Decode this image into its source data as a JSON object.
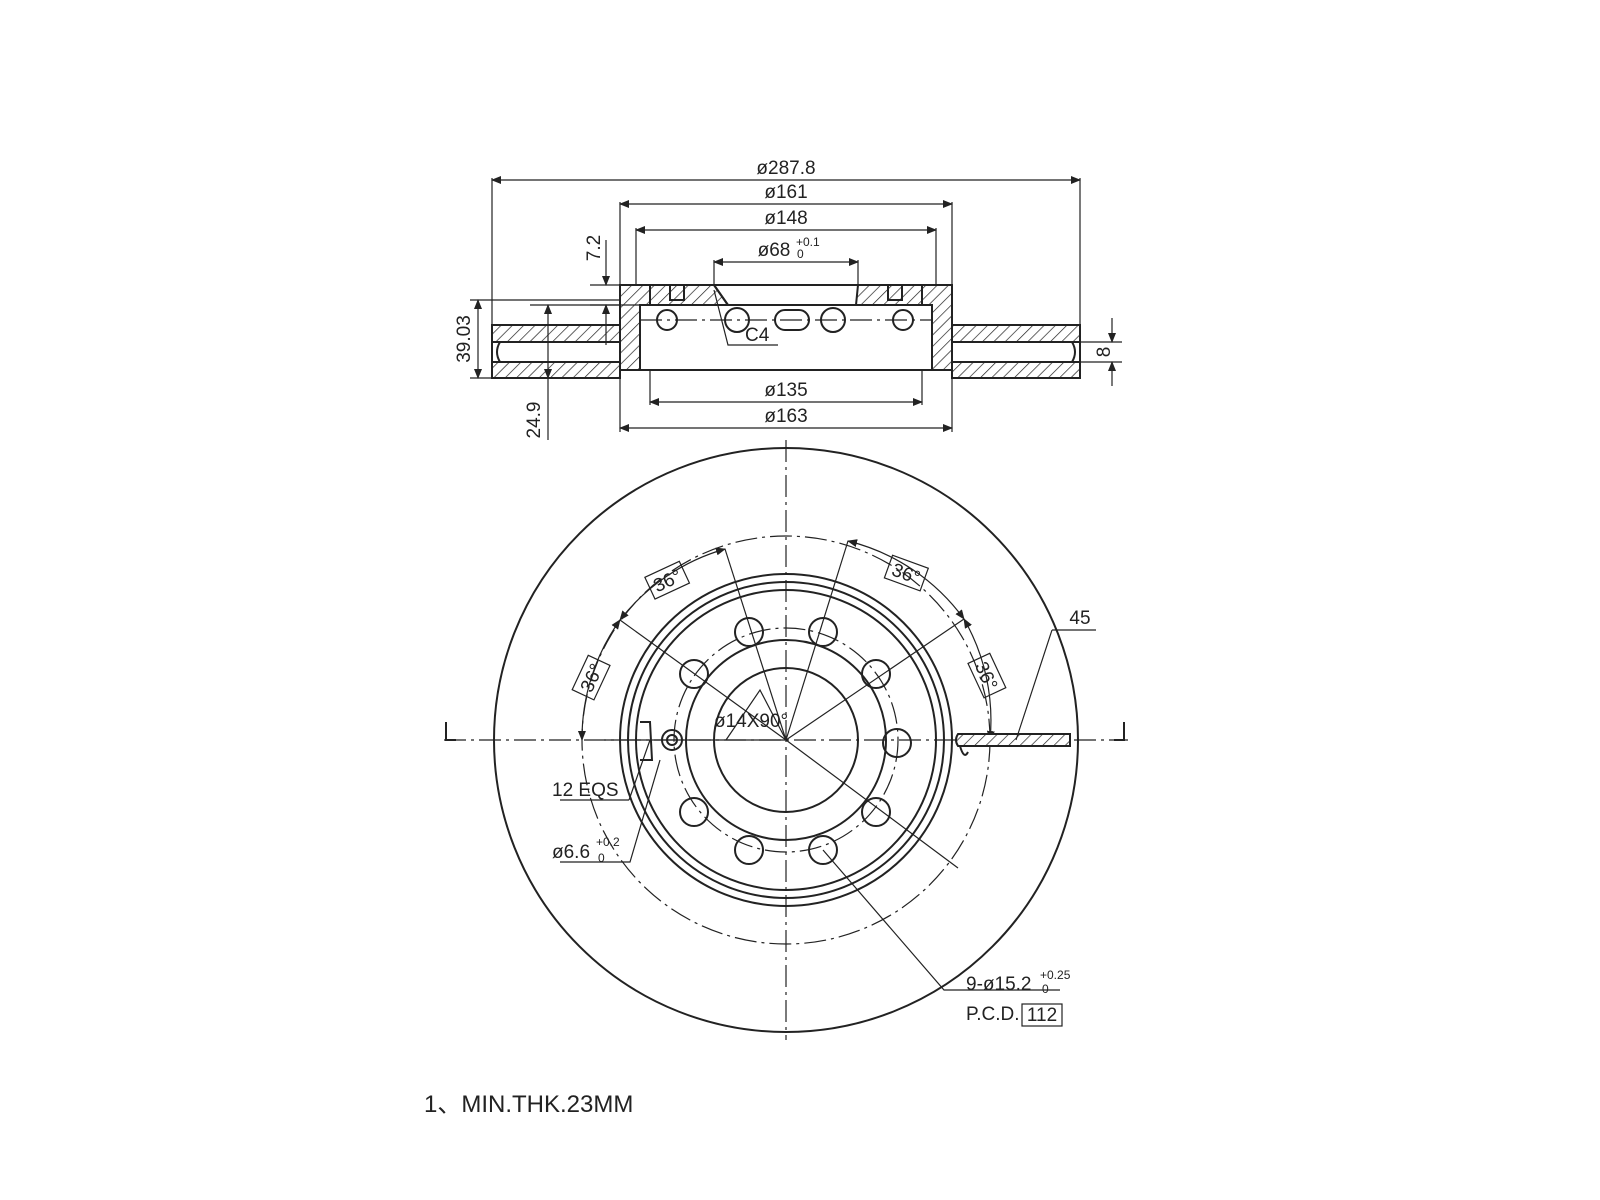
{
  "dimensions": {
    "outer_diameter": "ø287.8",
    "d161": "ø161",
    "d148": "ø148",
    "center_bore": "ø68",
    "center_bore_tol_upper": "+0.1",
    "center_bore_tol_lower": "0",
    "hat_height": "7.2",
    "total_height": "39.03",
    "thickness": "8",
    "chamfer": "C4",
    "d135": "ø135",
    "d163": "ø163",
    "offset": "24.9",
    "angle_1": "36°",
    "angle_2": "36°",
    "angle_3": "36°",
    "angle_4": "36°",
    "slot_angle": "45",
    "countersink": "ø14X90°",
    "hole_count": "12 EQS",
    "small_hole": "ø6.6",
    "small_hole_tol_upper": "+0.2",
    "small_hole_tol_lower": "0",
    "bolt_holes": "9-ø15.2",
    "bolt_holes_tol_upper": "+0.25",
    "bolt_holes_tol_lower": "0",
    "pcd_label": "P.C.D.",
    "pcd_value": "112"
  },
  "notes": {
    "note_1": "1、MIN.THK.23MM"
  }
}
